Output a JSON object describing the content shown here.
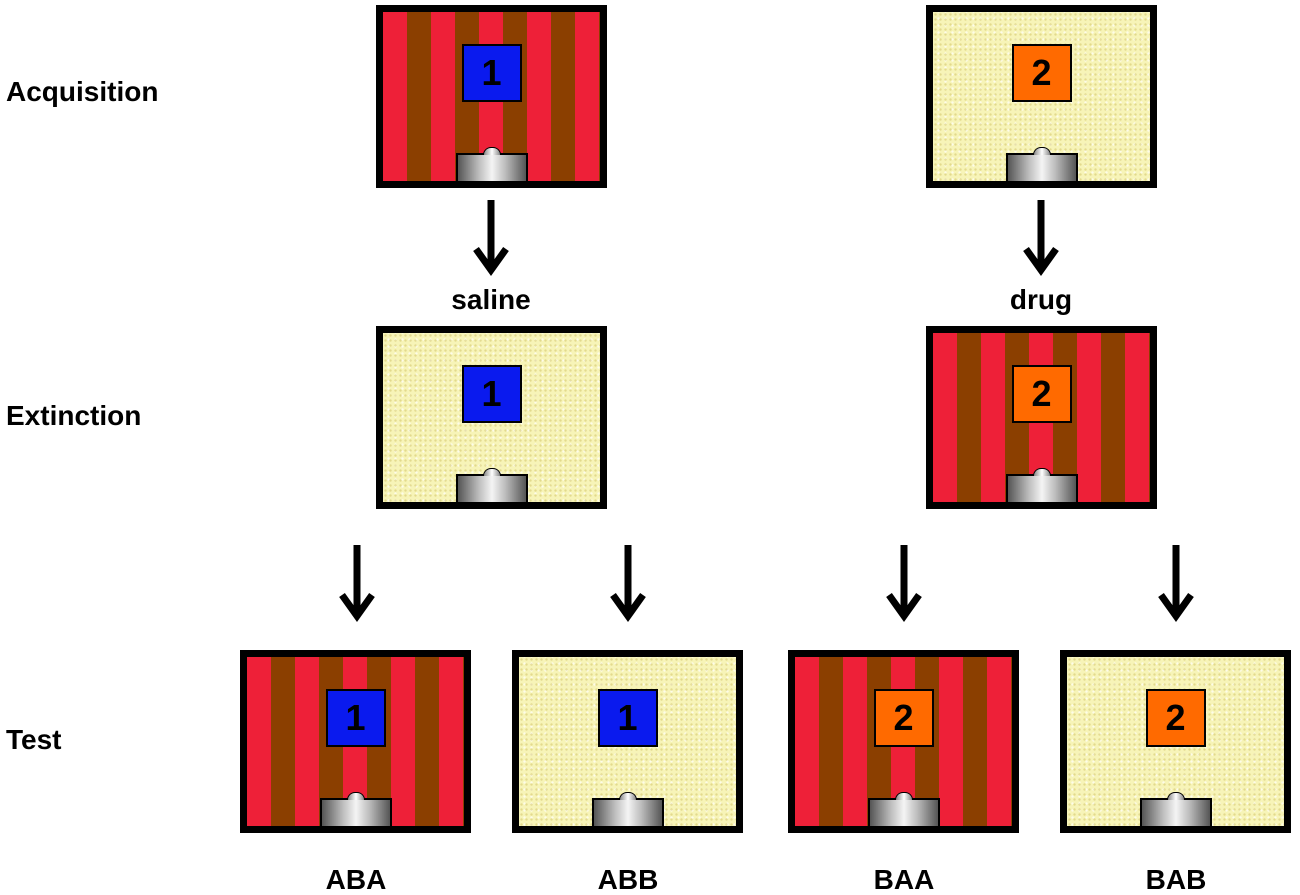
{
  "rows": {
    "acquisition": "Acquisition",
    "extinction": "Extinction",
    "test": "Test"
  },
  "treatments": {
    "saline": "saline",
    "drug": "drug"
  },
  "groups": [
    "ABA",
    "ABB",
    "BAA",
    "BAB"
  ],
  "cues": {
    "one": "1",
    "two": "2"
  },
  "colors": {
    "context_a_stripe_red": "#ee2038",
    "context_a_stripe_brown": "#8b3f00",
    "context_b_yellow": "#f7f4b8",
    "cue_1_blue": "#0a1aee",
    "cue_2_orange": "#ff6a00"
  }
}
